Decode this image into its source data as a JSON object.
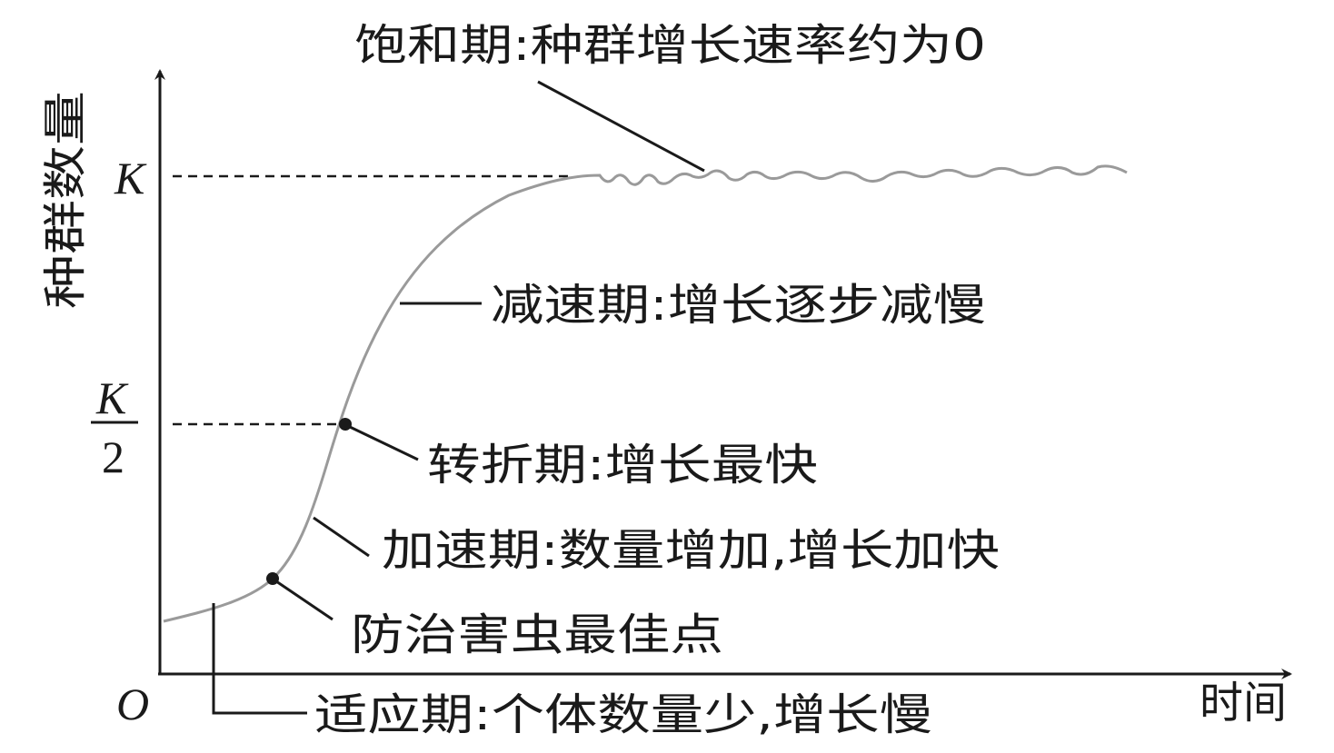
{
  "axes": {
    "y_label": "种群数量",
    "x_label": "时间",
    "origin": "O",
    "k_label": "K",
    "half_k_numerator": "K",
    "half_k_denominator": "2"
  },
  "annotations": {
    "saturation": "饱和期:种群增长速率约为0",
    "deceleration": "减速期:增长逐步减慢",
    "turning": "转折期:增长最快",
    "acceleration": "加速期:数量增加,增长加快",
    "pest_control": "防治害虫最佳点",
    "adaptation": "适应期:个体数量少,增长慢"
  },
  "colors": {
    "curve": "#9a9a9a",
    "ink": "#1a1a1a"
  }
}
